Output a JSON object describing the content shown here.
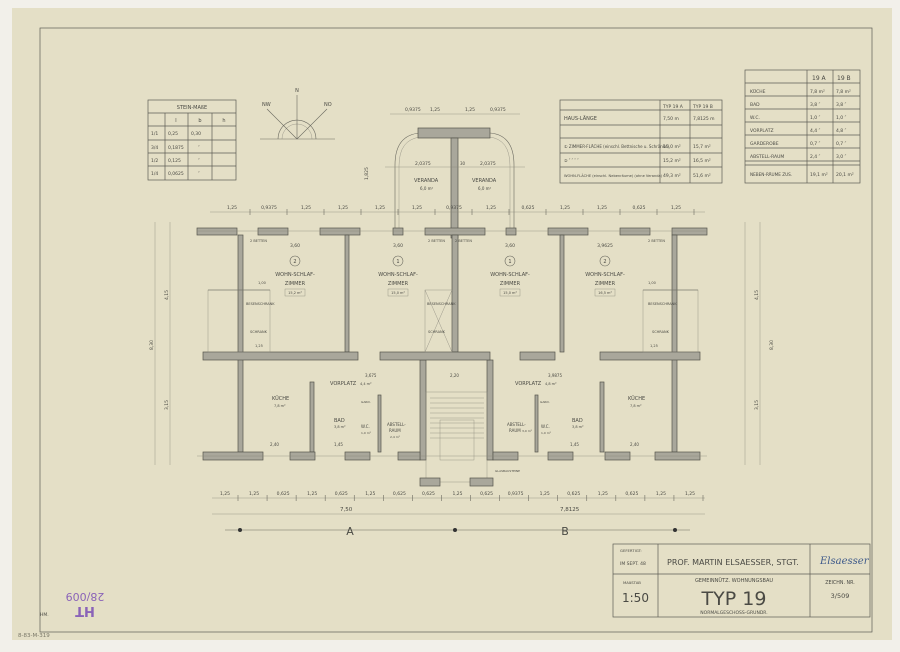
{
  "stein_masse": {
    "title": "STEIN-MAßE",
    "headers": [
      "",
      "l",
      "b",
      "h"
    ],
    "rows": [
      [
        "1/1",
        "0,25",
        "0,30",
        ""
      ],
      [
        "3/4",
        "0,1875",
        "″",
        ""
      ],
      [
        "1/2",
        "0,125",
        "″",
        ""
      ],
      [
        "1/4",
        "0,0625",
        "″",
        ""
      ]
    ]
  },
  "compass": {
    "north": "N",
    "ne": "NO",
    "nw": "NW"
  },
  "haus_table": {
    "headers": [
      "",
      "TYP 19 A",
      "TYP 19 B"
    ],
    "rows": [
      [
        "HAUS-LÄNGE",
        "7,50 m",
        "7,8125 m"
      ],
      [
        "",
        "",
        ""
      ],
      [
        "① ZIMMER-FLÄCHE (einschl. Bettnische u. Schränke)",
        "15,0 m²",
        "15,7 m²"
      ],
      [
        "② ″   ″   ″   ″",
        "15,2 m²",
        "16,5 m²"
      ],
      [
        "WOHN-FLÄCHE (einschl. Nebenräume) (ohne Veranda)",
        "49,3 m²",
        "51,6 m²"
      ]
    ]
  },
  "neben_table": {
    "headers": [
      "",
      "19 A",
      "19 B"
    ],
    "rows": [
      [
        "KÜCHE",
        "7,8 m²",
        "7,8 m²"
      ],
      [
        "BAD",
        "3,8 ″",
        "3,8 ″"
      ],
      [
        "W.C.",
        "1,0 ″",
        "1,0 ″"
      ],
      [
        "VORPLATZ",
        "4,4 ″",
        "4,8 ″"
      ],
      [
        "GARDEROBE",
        "0,7 ″",
        "0,7 ″"
      ],
      [
        "ABSTELL-RAUM",
        "2,4 ″",
        "3,0 ″"
      ],
      [
        "NEBEN-RÄUME ZUS.",
        "19,1 m²",
        "20,1 m²"
      ]
    ]
  },
  "plan": {
    "veranda": {
      "label": "VERANDA",
      "area": "6,0 m²",
      "dims_top": [
        "0,9375",
        "1,25",
        "1,25",
        "0,9375"
      ],
      "dim_width": "2,0375",
      "dim_wall": "30",
      "dim_depth": "1,825"
    },
    "top_dims": [
      "1,25",
      "0,9375",
      "1,25",
      "1,25",
      "1,25",
      "1,25",
      "0,9375",
      "1,25",
      "0,625",
      "1,25",
      "1,25",
      "0,625",
      "1,25"
    ],
    "rooms": [
      {
        "num": "2",
        "name1": "WOHN-SCHLAF-",
        "name2": "ZIMMER",
        "area": "15,2 m²",
        "width": "3,60"
      },
      {
        "num": "1",
        "name1": "WOHN-SCHLAF-",
        "name2": "ZIMMER",
        "area": "15,0 m²",
        "width": "3,60"
      },
      {
        "num": "1",
        "name1": "WOHN-SCHLAF-",
        "name2": "ZIMMER",
        "area": "15,0 m²",
        "width": "3,60"
      },
      {
        "num": "2",
        "name1": "WOHN-SCHLAF-",
        "name2": "ZIMMER",
        "area": "16,5 m²",
        "width": "3,9625"
      }
    ],
    "small_labels": {
      "betten": "2 BETTEN",
      "besen": "BESENSCHRANK",
      "schrank": "SCHRANK",
      "dim100": "1,00",
      "dim125": "1,25"
    },
    "lower": {
      "vorplatz": "VORPLATZ",
      "vorplatz_a_area": "4,4 m²",
      "vorplatz_b_area": "4,8 m²",
      "vorplatz_a_dim": "3,675",
      "vorplatz_b_dim": "3,9875",
      "stair_dim": "2,20",
      "kueche": "KÜCHE",
      "kueche_area": "7,8 m²",
      "bad": "BAD",
      "bad_area": "3,8 m²",
      "wc": "W.C.",
      "wc_area": "1,0 m²",
      "garderobe": "GARD.",
      "abstell1": "ABSTELL-",
      "abstell2": "RAUM",
      "abstell_a_area": "2,4 m²",
      "abstell_b_area": "3,0 m²",
      "dim240": "2,40",
      "dim145": "1,45",
      "bausteine": "GLASBAUSTEINE"
    },
    "bottom_dims": [
      "1,25",
      "1,25",
      "0,625",
      "1,25",
      "0,625",
      "1,25",
      "0,625",
      "0,625",
      "1,25",
      "0,625",
      "0,9375",
      "1,25",
      "0,625",
      "1,25",
      "0,625",
      "1,25",
      "1,25"
    ],
    "total_a": "7,50",
    "total_b": "7,8125",
    "axis_a": "A",
    "axis_b": "B",
    "left_dims": [
      "4,15",
      "8,30",
      "3,15"
    ],
    "right_dims": [
      "4,15",
      "8,30",
      "3,15"
    ]
  },
  "title_block": {
    "gefertigt_label": "GEFERTIGT:",
    "gefertigt_date": "IM SEPT. 48",
    "architect": "PROF. MARTIN ELSAESSER, STGT.",
    "signature": "Elsaesser",
    "massstab_label": "MAßSTAB",
    "massstab": "1:50",
    "subtitle": "GEMEINNÜTZ. WOHNUNGSBAU",
    "title": "TYP 19",
    "caption": "NORMALGESCHOSS-GRUNDR.",
    "zeichn_label": "ZEICHN. NR.",
    "zeichn_nr": "3/509"
  },
  "stamp": {
    "letters": "HT",
    "number": "28/009",
    "initials": "HM."
  },
  "archive_note": "8-83-M-319",
  "colors": {
    "paper": "#e4dfc6",
    "ink": "#4a4a44",
    "wall": "#a9a79b",
    "stamp": "#8a63b8"
  }
}
